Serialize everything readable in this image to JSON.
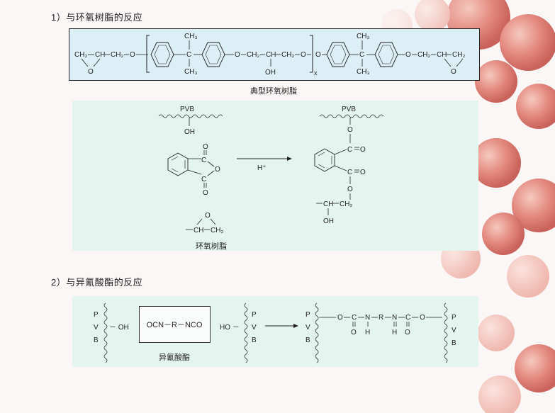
{
  "section1": {
    "title": "1）与环氧树脂的反应"
  },
  "section2": {
    "title": "2）与异氰酸酯的反应"
  },
  "epoxy_resin": {
    "caption": "典型环氧树脂",
    "labels": {
      "ch2_left": "CH₂",
      "ch_left": "CH",
      "ch2_left2": "CH₂",
      "o_left": "O",
      "ch3_top1": "CH₃",
      "c1": "C",
      "ch3_bot1": "CH₃",
      "o_mid1": "O",
      "ch2_mid1": "CH₂",
      "ch_mid": "CH",
      "ch2_mid2": "CH₂",
      "o_mid2": "O",
      "oh_mid": "OH",
      "x": "x",
      "o_mid3": "O",
      "ch3_top2": "CH₃",
      "c2": "C",
      "ch3_bot2": "CH₃",
      "o_right": "O",
      "ch2_right": "CH₂",
      "ch_right": "CH",
      "ch2_right2": "CH₂",
      "epo_o_left": "O",
      "epo_o_right": "O"
    }
  },
  "anhydride_reaction": {
    "caption": "环氧树脂",
    "catalyst": "H⁺",
    "labels": {
      "pvb_left": "PVB",
      "oh_left": "OH",
      "anh_o_top": "O",
      "anh_c_top": "C",
      "anh_o_ring": "O",
      "anh_c_bot": "C",
      "anh_o_bot": "O",
      "epo_o": "O",
      "epo_ch": "CH",
      "epo_ch2": "CH₂",
      "pvb_right": "PVB",
      "prod_o1": "O",
      "prod_c1": "C",
      "prod_o1b": "O",
      "prod_c2": "C",
      "prod_o2b": "O",
      "prod_o2": "O",
      "prod_ch": "CH",
      "prod_ch2": "CH₂",
      "prod_oh": "OH"
    }
  },
  "isocyanate_reaction": {
    "caption": "异氰酸酯",
    "isocyanate_formula": "OCN－R－NCO",
    "labels": {
      "p": "P",
      "v": "V",
      "b": "B",
      "oh_left": "－ OH",
      "ho_right": "HO －",
      "prod_o1": "O",
      "prod_c1": "C",
      "prod_n1": "N",
      "prod_r": "R",
      "prod_n2": "N",
      "prod_c2": "C",
      "prod_o2": "O",
      "prod_o_bot1": "O",
      "prod_h1": "H",
      "prod_h2": "H",
      "prod_o_bot2": "O"
    }
  }
}
